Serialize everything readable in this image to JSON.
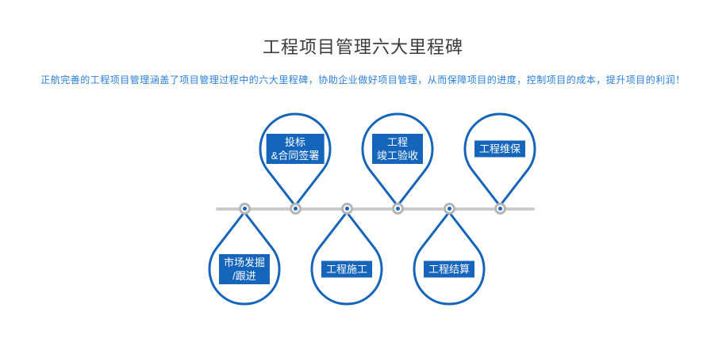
{
  "page": {
    "title": "工程项目管理六大里程碑",
    "subtitle": "正航完善的工程项目管理涵盖了项目管理过程中的六大里程碑，协助企业做好项目管理，从而保障项目的进度，控制项目的成本，提升项目的利润！"
  },
  "colors": {
    "accent_blue": "#1565bb",
    "subtitle_blue": "#2a7fd6",
    "title_gray": "#3b3b3b",
    "timeline_gray": "#cbcbcb",
    "node_ring_gray": "#b5b5b5",
    "balloon_fill": "#ffffff"
  },
  "diagram": {
    "type": "milestone-timeline",
    "milestones": [
      {
        "position": "bottom",
        "lines": [
          "市场发掘",
          "/跟进"
        ]
      },
      {
        "position": "top",
        "lines": [
          "投标",
          "&合同签署"
        ]
      },
      {
        "position": "bottom",
        "lines": [
          "工程施工"
        ]
      },
      {
        "position": "top",
        "lines": [
          "工程",
          "竣工验收"
        ]
      },
      {
        "position": "bottom",
        "lines": [
          "工程结算"
        ]
      },
      {
        "position": "top",
        "lines": [
          "工程维保"
        ]
      }
    ]
  }
}
